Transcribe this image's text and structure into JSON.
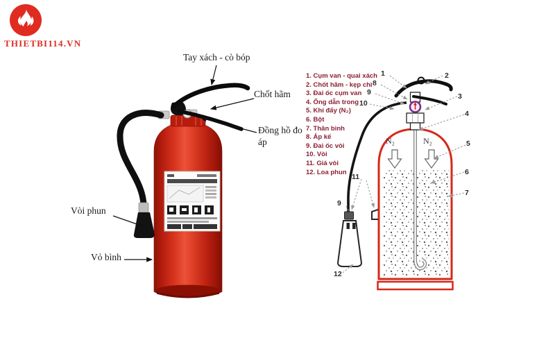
{
  "logo": {
    "brand": "THIETBI114.VN"
  },
  "photo": {
    "labels": {
      "handle": "Tay xách - cò bóp",
      "pin": "Chốt hãm",
      "gauge": "Đồng hồ đo áp",
      "nozzle": "Vòi phun",
      "body": "Vỏ bình"
    }
  },
  "diagram": {
    "legend": [
      "1. Cụm van - quai xách",
      "2. Chốt hãm - kẹp chì",
      "3. Đai ốc cụm van",
      "4. Ống dẫn trong",
      "5. Khí đẩy (N₂)",
      "6. Bột",
      "7. Thân bình",
      "8. Áp kế",
      "9. Đai ốc vòi",
      "10. Vòi",
      "11. Giá vòi",
      "12. Loa phun"
    ],
    "gas_label": "N₂",
    "callouts": {
      "c1": "1",
      "c2": "2",
      "c3": "3",
      "c4": "4",
      "c5": "5",
      "c6": "6",
      "c7": "7",
      "c8": "8",
      "c9_top": "9",
      "c10": "10",
      "c11": "11",
      "c9_horn": "9",
      "c12": "12"
    }
  },
  "colors": {
    "brand_red": "#e02b20",
    "bottle_outline_red": "#d6281a",
    "legend_text": "#8a2034"
  }
}
